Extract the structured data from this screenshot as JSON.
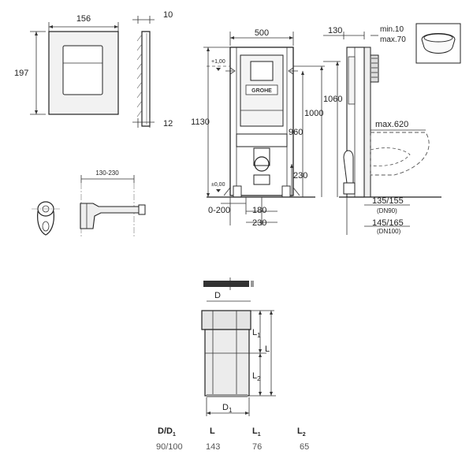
{
  "plate": {
    "width": "156",
    "height": "197"
  },
  "side_view": {
    "depth_top": "10",
    "depth_bottom": "12"
  },
  "bend": {
    "range": "130-230"
  },
  "frame": {
    "width": "500",
    "height_total": "1130",
    "h_1060": "1060",
    "h_1000": "1000",
    "h_960": "960",
    "h_230": "230",
    "level_top": "+1,00",
    "level_floor": "±0,00",
    "bottom_0_200": "0-200",
    "bottom_180": "180",
    "bottom_230": "230",
    "brand": "GROHE"
  },
  "side_install": {
    "wall_depth": "130",
    "min": "min.10",
    "max": "max.70",
    "max_620": "max.620",
    "dn90_value": "135/155",
    "dn90_label": "(DN90)",
    "dn100_value": "145/165",
    "dn100_label": "(DN100)"
  },
  "connector": {
    "label_D": "D",
    "label_L1": "L",
    "label_L1_sub": "1",
    "label_L": "L",
    "label_L2": "L",
    "label_L2_sub": "2",
    "label_D1": "D",
    "label_D1_sub": "1"
  },
  "table": {
    "headers": [
      {
        "main": "D/D",
        "sub": "1"
      },
      {
        "main": "L",
        "sub": ""
      },
      {
        "main": "L",
        "sub": "1"
      },
      {
        "main": "L",
        "sub": "2"
      }
    ],
    "row": [
      "90/100",
      "143",
      "76",
      "65"
    ]
  }
}
